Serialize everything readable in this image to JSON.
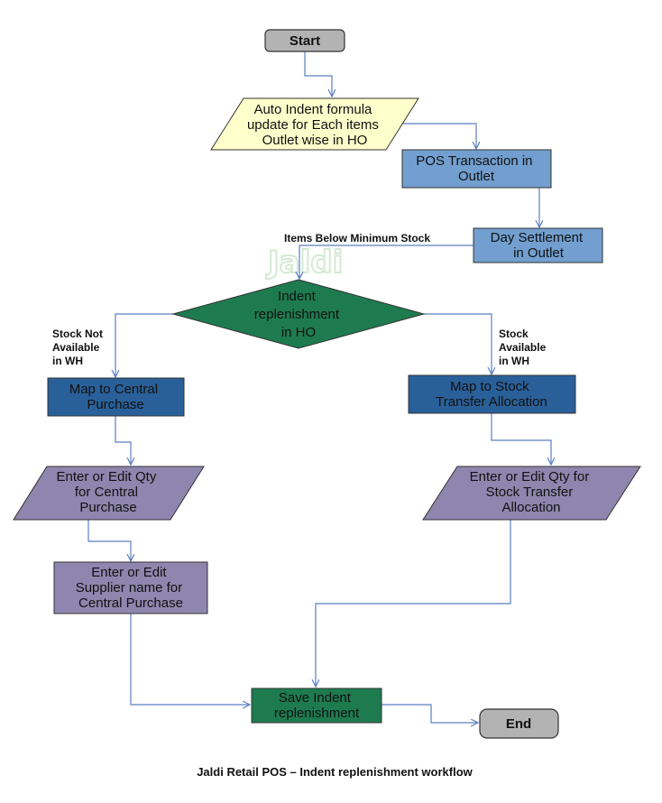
{
  "caption": "Jaldi Retail POS – Indent replenishment workflow",
  "watermark": "Jaldi",
  "nodes": {
    "start": "Start",
    "auto_indent": [
      "Auto Indent formula",
      "update for Each items",
      "Outlet wise in HO"
    ],
    "pos_transaction": [
      "POS Transaction in",
      "Outlet"
    ],
    "day_settlement": [
      "Day Settlement",
      "in Outlet"
    ],
    "indent_replenishment": [
      "Indent",
      "replenishment",
      "in HO"
    ],
    "map_central_purchase": [
      "Map to Central",
      "Purchase"
    ],
    "enter_qty_central": [
      "Enter or Edit Qty",
      "for Central",
      "Purchase"
    ],
    "enter_supplier": [
      "Enter or Edit",
      "Supplier name for",
      "Central Purchase"
    ],
    "map_stock_transfer": [
      "Map to Stock",
      "Transfer Allocation"
    ],
    "enter_qty_transfer": [
      "Enter or Edit Qty for",
      "Stock Transfer",
      "Allocation"
    ],
    "save_indent": [
      "Save Indent",
      "replenishment"
    ],
    "end": "End"
  },
  "edge_labels": {
    "items_below_min": "Items Below Minimum Stock",
    "stock_not_available": [
      "Stock Not",
      "Available",
      "in WH"
    ],
    "stock_available": [
      "Stock",
      "Available",
      "in WH"
    ]
  },
  "colors": {
    "terminal": "#b3b3b3",
    "light_yellow": "#ffffcc",
    "light_blue": "#729fcf",
    "dark_blue": "#2a6099",
    "dark_green": "#1e7b4f",
    "purple": "#8e86ae",
    "connector": "#5b7fc0"
  }
}
